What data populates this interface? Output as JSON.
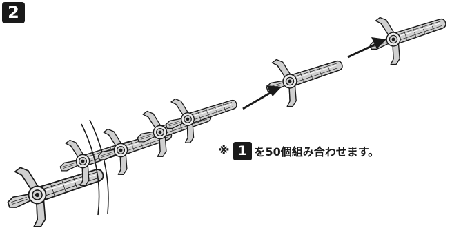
{
  "step": {
    "number": "2"
  },
  "note": {
    "mark": "※",
    "ref_number": "1",
    "text": "を50個組み合わせます。"
  },
  "colors": {
    "ink": "#1a1a1a",
    "part_fill": "#d0d0d0",
    "part_light": "#ececec",
    "background": "#ffffff"
  },
  "icons": [
    "connector-part-icon",
    "arrow-icon",
    "break-mark-icon"
  ]
}
